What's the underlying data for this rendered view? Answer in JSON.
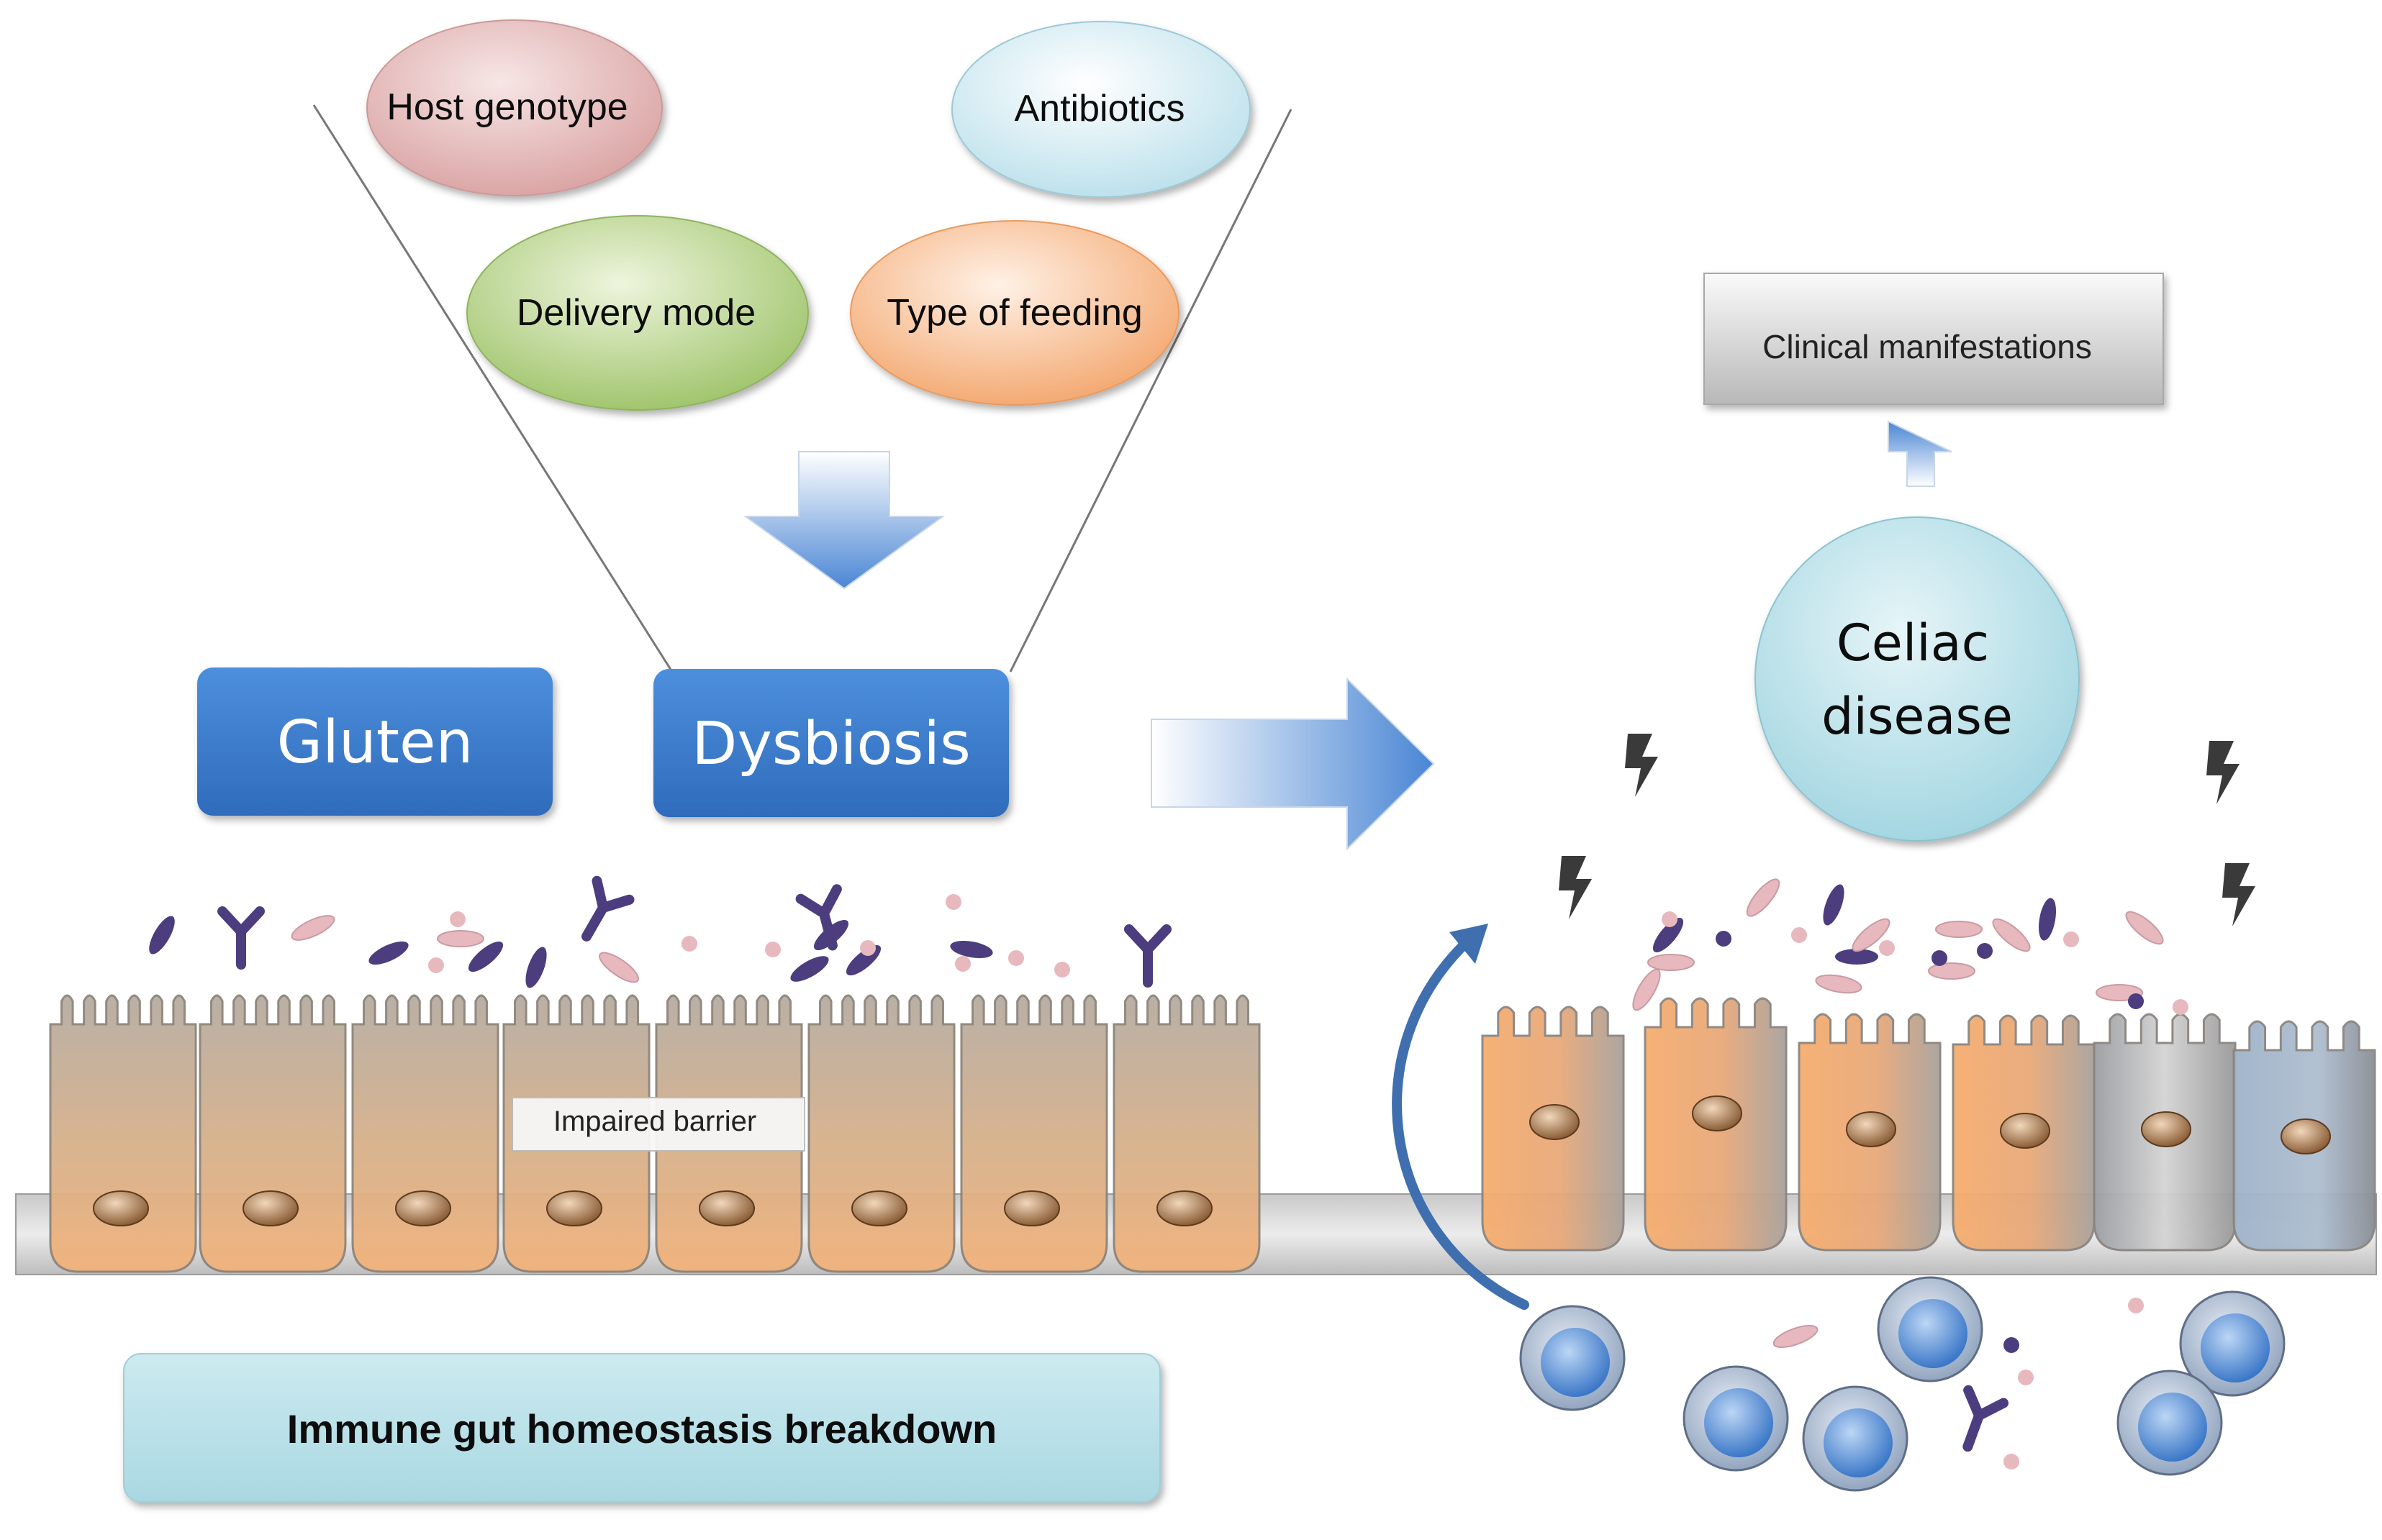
{
  "factors": {
    "host_genotype": "Host genotype",
    "antibiotics": "Antibiotics",
    "delivery_mode": "Delivery mode",
    "type_of_feeding": "Type of feeding"
  },
  "boxes": {
    "gluten": "Gluten",
    "dysbiosis": "Dysbiosis"
  },
  "barrier": {
    "impaired_label": "Impaired barrier"
  },
  "outcome": {
    "celiac_line1": "Celiac",
    "celiac_line2": "disease",
    "clinical": "Clinical manifestations"
  },
  "footer": {
    "homeostasis": "Immune gut homeostasis breakdown"
  },
  "colors": {
    "host_genotype": "#e8b4b4",
    "antibiotics": "#cde9f1",
    "delivery_mode": "#b7d28a",
    "type_of_feeding": "#f6bd8f",
    "box_blue": "#3a7ccc",
    "cell_orange": "#f2b27a",
    "cell_gray": "#b3aba3",
    "immune_cell": "#4a86d4",
    "homeostasis_panel": "#bfe3ea"
  }
}
